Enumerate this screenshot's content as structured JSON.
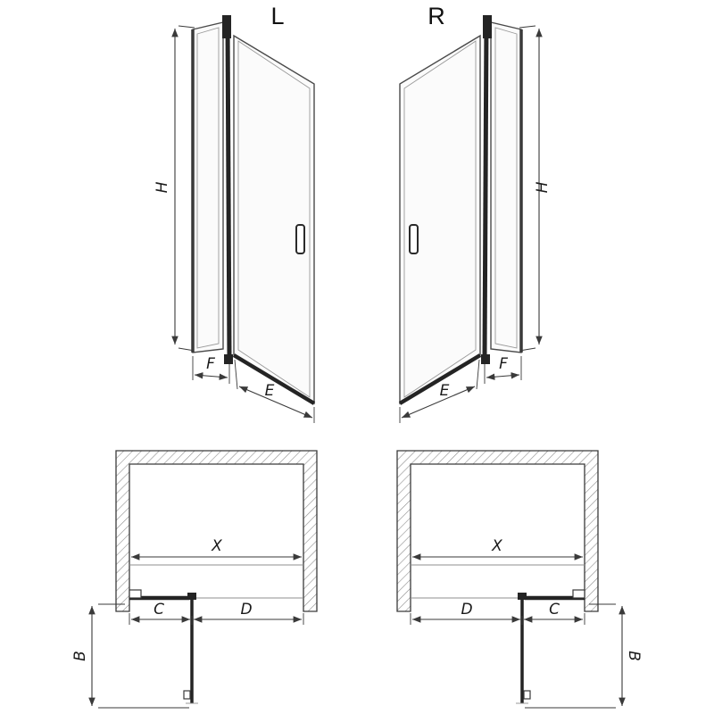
{
  "page": {
    "background": "#ffffff",
    "line_color": "#3a3a3a",
    "hatch_color": "#8f8f8f"
  },
  "elevation_left": {
    "variant_label": "L",
    "dim_height": "H",
    "dim_fixed_width": "F",
    "dim_door_width": "E"
  },
  "elevation_right": {
    "variant_label": "R",
    "dim_height": "H",
    "dim_fixed_width": "F",
    "dim_door_width": "E"
  },
  "plan_left": {
    "dim_opening_width": "X",
    "dim_fixed_segment": "C",
    "dim_door_segment": "D",
    "dim_door_projection": "B"
  },
  "plan_right": {
    "dim_opening_width": "X",
    "dim_fixed_segment": "C",
    "dim_door_segment": "D",
    "dim_door_projection": "B"
  }
}
